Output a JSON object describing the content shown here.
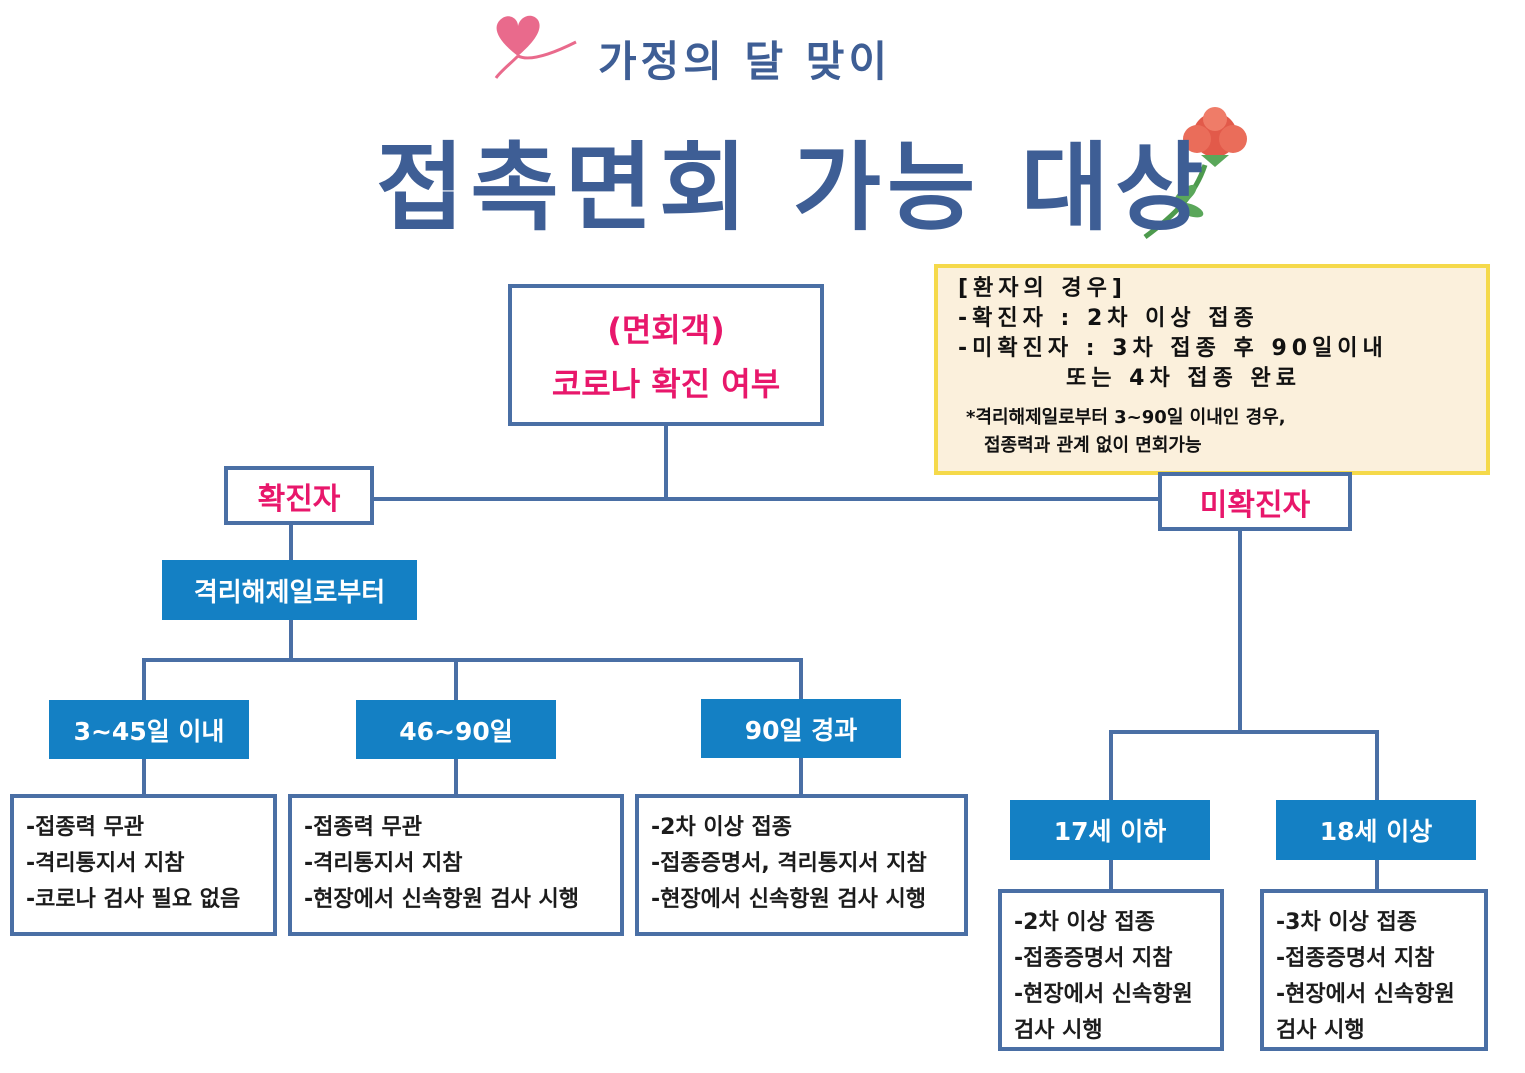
{
  "header": {
    "subtitle": "가정의 달 맞이",
    "title": "접촉면회 가능 대상"
  },
  "root": {
    "line1": "(면회객)",
    "line2": "코로나 확진 여부"
  },
  "note": {
    "heading": "[환자의 경우]",
    "line1": "-확진자 : 2차 이상 접종",
    "line2": "-미확진자 : 3차 접종 후 90일이내",
    "line3": "또는 4차 접종 완료",
    "footnote1": "*격리해제일로부터 3~90일 이내인 경우,",
    "footnote2": "접종력과 관계 없이 면회가능"
  },
  "confirmed": {
    "label": "확진자",
    "sub_label": "격리해제일로부터",
    "branches": [
      {
        "label": "3~45일 이내",
        "details": [
          "-접종력 무관",
          "-격리통지서 지참",
          "-코로나 검사 필요 없음"
        ]
      },
      {
        "label": "46~90일",
        "details": [
          "-접종력 무관",
          "-격리통지서 지참",
          "-현장에서 신속항원 검사 시행"
        ]
      },
      {
        "label": "90일 경과",
        "details": [
          "-2차 이상 접종",
          "-접종증명서, 격리통지서 지참",
          "-현장에서 신속항원 검사 시행"
        ]
      }
    ]
  },
  "unconfirmed": {
    "label": "미확진자",
    "branches": [
      {
        "label": "17세 이하",
        "details": [
          "-2차 이상 접종",
          "-접종증명서 지참",
          "-현장에서 신속항원",
          "검사 시행"
        ]
      },
      {
        "label": "18세 이상",
        "details": [
          "-3차 이상 접종",
          "-접종증명서 지참",
          "-현장에서 신속항원",
          "검사 시행"
        ]
      }
    ]
  }
}
